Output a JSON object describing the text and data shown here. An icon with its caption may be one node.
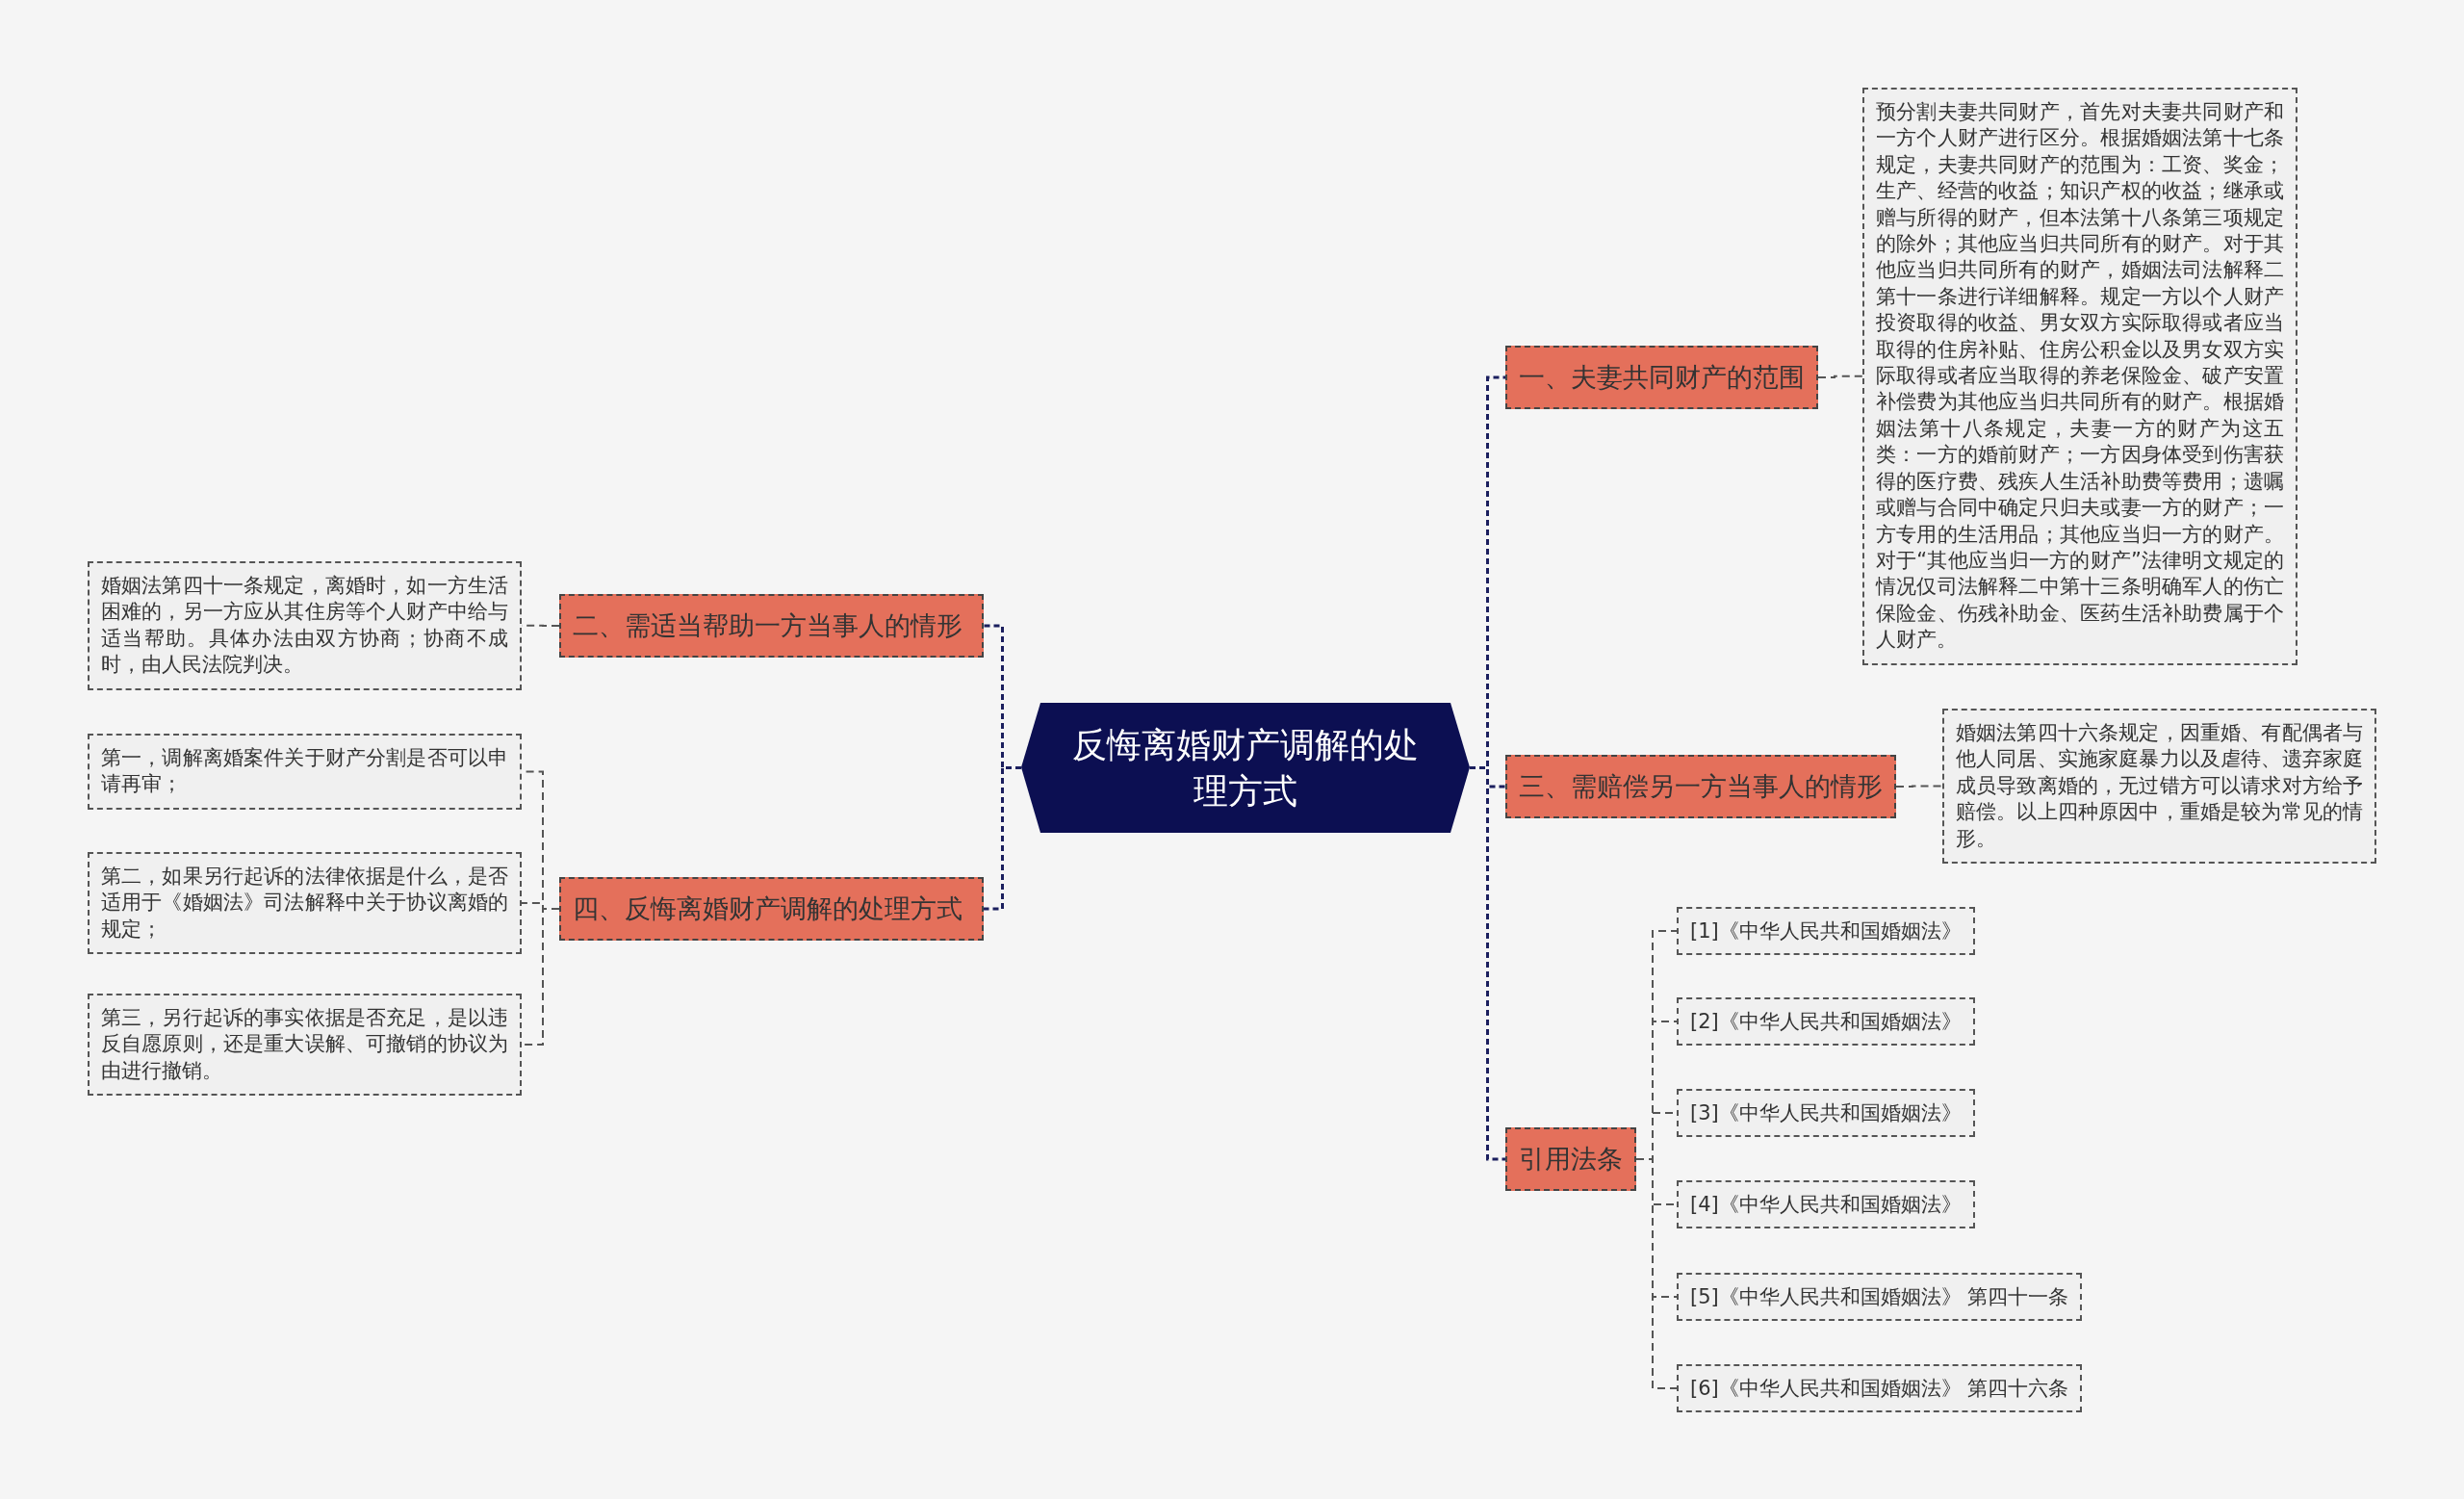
{
  "diagram": {
    "nodes": [
      {
        "text": [
          "反悔离婚财产调解的处理方式"
        ]
      },
      {
        "text": [
          "一、夫妻共同财产的范围"
        ]
      },
      {
        "text": [
          "预分割夫妻共同财产，首先对夫妻共同财产和一方个人财产进行区分。根据婚姻法第十七条规定，夫妻共同财产的范围为：工资、奖金；生产、经营的收益；知识产权的收益；继承或赠与所得的财产，但本法第十八条第三项规定的除外；其他应当归共同所有的财产。对于其他应当归共同所有的财产，婚姻法司法解释二第十一条进行详细解释。规定一方以个人财产投资取得的收益、男女双方实际取得或者应当取得的住房补贴、住房公积金以及男女双方实际取得或者应当取得的养老保险金、破产安置补偿费为其他应当归共同所有的财产。根据婚姻法第十八条规定，夫妻一方的财产为这五类：一方的婚前财产；一方因身体受到伤害获得的医疗费、残疾人生活补助费等费用；遗嘱或赠与合同中确定只归夫或妻一方的财产；一方专用的生活用品；其他应当归一方的财产。对于“其他应当归一方的财产”法律明文规定的情况仅司法解释二中第十三条明确军人的伤亡保险金、伤残补助金、医药生活补助费属于个人财产。"
        ]
      },
      {
        "text": [
          "二、需适当帮助一方当事人的情形"
        ]
      },
      {
        "text": [
          "婚姻法第四十一条规定，离婚时，如一方生活困难的，另一方应从其住房等个人财产中给与适当帮助。具体办法由双方协商；协商不成时，由人民法院判决。"
        ]
      },
      {
        "text": [
          "三、需赔偿另一方当事人的情形"
        ]
      },
      {
        "text": [
          "婚姻法第四十六条规定，因重婚、有配偶者与他人同居、实施家庭暴力以及虐待、遗弃家庭成员导致离婚的，无过错方可以请求对方给予赔偿。以上四种原因中，重婚是较为常见的情形。"
        ]
      },
      {
        "text": [
          "四、反悔离婚财产调解的处理方式"
        ]
      },
      {
        "text": [
          "第一，调解离婚案件关于财产分割是否可以申请再审；"
        ]
      },
      {
        "text": [
          "第二，如果另行起诉的法律依据是什么，是否适用于《婚姻法》司法解释中关于协议离婚的规定；"
        ]
      },
      {
        "text": [
          "第三，另行起诉的事实依据是否充足，是以违反自愿原则，还是重大误解、可撤销的协议为由进行撤销。"
        ]
      },
      {
        "text": [
          "引用法条"
        ]
      },
      {
        "text": [
          "[1]《中华人民共和国婚姻法》"
        ]
      },
      {
        "text": [
          "[2]《中华人民共和国婚姻法》"
        ]
      },
      {
        "text": [
          "[3]《中华人民共和国婚姻法》"
        ]
      },
      {
        "text": [
          "[4]《中华人民共和国婚姻法》"
        ]
      },
      {
        "text": [
          "[5]《中华人民共和国婚姻法》 第四十一条"
        ]
      },
      {
        "text": [
          "[6]《中华人民共和国婚姻法》 第四十六条"
        ]
      }
    ],
    "edges": [
      {
        "from": 0,
        "to": 1,
        "arrow": "none",
        "color": "#1b1f5e"
      },
      {
        "from": 1,
        "to": 2,
        "arrow": "none"
      },
      {
        "from": 0,
        "to": 3,
        "arrow": "none",
        "color": "#1b1f5e"
      },
      {
        "from": 3,
        "to": 4,
        "arrow": "none"
      },
      {
        "from": 0,
        "to": 5,
        "arrow": "none",
        "color": "#1b1f5e"
      },
      {
        "from": 5,
        "to": 6,
        "arrow": "none"
      },
      {
        "from": 0,
        "to": 7,
        "arrow": "none",
        "color": "#1b1f5e"
      },
      {
        "from": 7,
        "to": 8,
        "arrow": "none"
      },
      {
        "from": 7,
        "to": 9,
        "arrow": "none"
      },
      {
        "from": 7,
        "to": 10,
        "arrow": "none"
      },
      {
        "from": 0,
        "to": 11,
        "arrow": "none",
        "color": "#1b1f5e"
      },
      {
        "from": 11,
        "to": 12,
        "arrow": "none"
      },
      {
        "from": 11,
        "to": 13,
        "arrow": "none"
      },
      {
        "from": 11,
        "to": 14,
        "arrow": "none"
      },
      {
        "from": 11,
        "to": 15,
        "arrow": "none"
      },
      {
        "from": 11,
        "to": 16,
        "arrow": "none"
      },
      {
        "from": 11,
        "to": 17,
        "arrow": "none"
      }
    ]
  }
}
